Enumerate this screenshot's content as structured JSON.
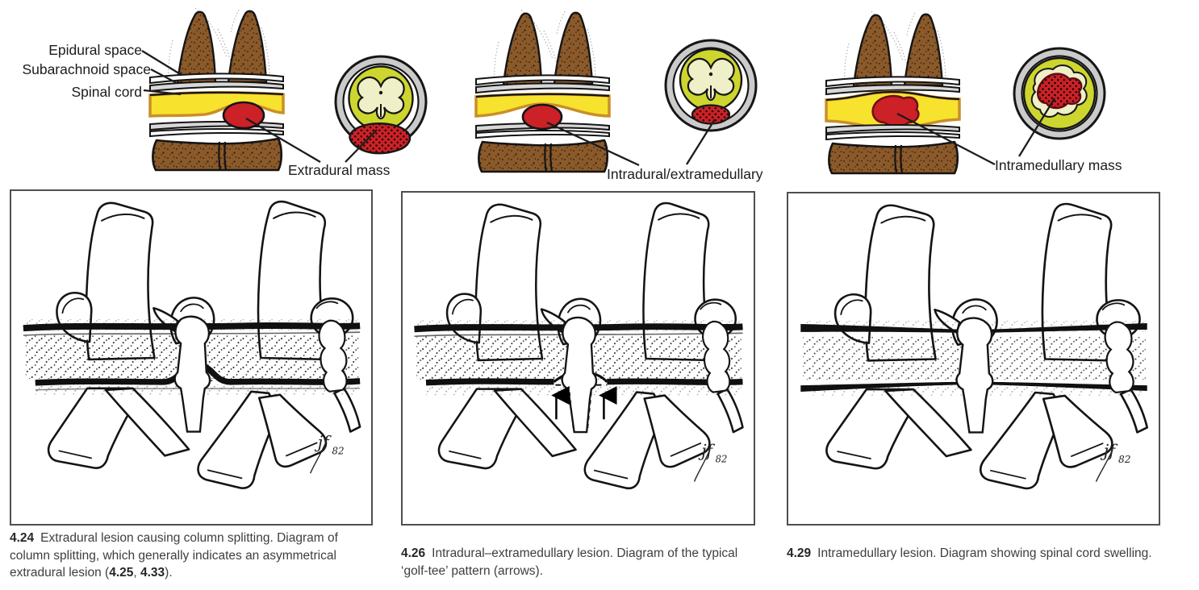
{
  "colors": {
    "bone_brown": "#8a5a2a",
    "bone_speckle": "#33190a",
    "cord_yellow": "#f7e22e",
    "cord_rim_orange": "#c98f28",
    "mass_red": "#cb2127",
    "cross_section_cord_green": "#ccd62e",
    "gray_matter_pale": "#efefc8",
    "dura_ring_gray": "#cbcbcb",
    "outline_black": "#161616",
    "caption_text": "#3e3e3e",
    "box_border": "#4f4f4f"
  },
  "anatomy_labels": {
    "epidural": "Epidural space",
    "subarachnoid": "Subarachnoid space",
    "spinal_cord": "Spinal cord"
  },
  "top_panels": [
    {
      "id": "extradural",
      "mass_label": "Extradural mass"
    },
    {
      "id": "intradural-extramedullary",
      "mass_label": "Intradural/extramedullary"
    },
    {
      "id": "intramedullary",
      "mass_label": "Intramedullary mass"
    }
  ],
  "figures": [
    {
      "number": "4.24",
      "caption_pre": "Extradural lesion causing column splitting. Diagram of column splitting, which generally indicates an asymmetrical extradural lesion (",
      "ref1": "4.25",
      "ref_sep": ", ",
      "ref2": "4.33",
      "caption_post": ").",
      "signature": "jf",
      "signature_year": "82"
    },
    {
      "number": "4.26",
      "caption": "Intradural–extramedullary lesion. Diagram of the typical ‘golf-tee’ pattern (arrows).",
      "signature": "jf",
      "signature_year": "82"
    },
    {
      "number": "4.29",
      "caption": "Intramedullary lesion. Diagram showing spinal cord swelling.",
      "signature": "jf",
      "signature_year": "82"
    }
  ]
}
